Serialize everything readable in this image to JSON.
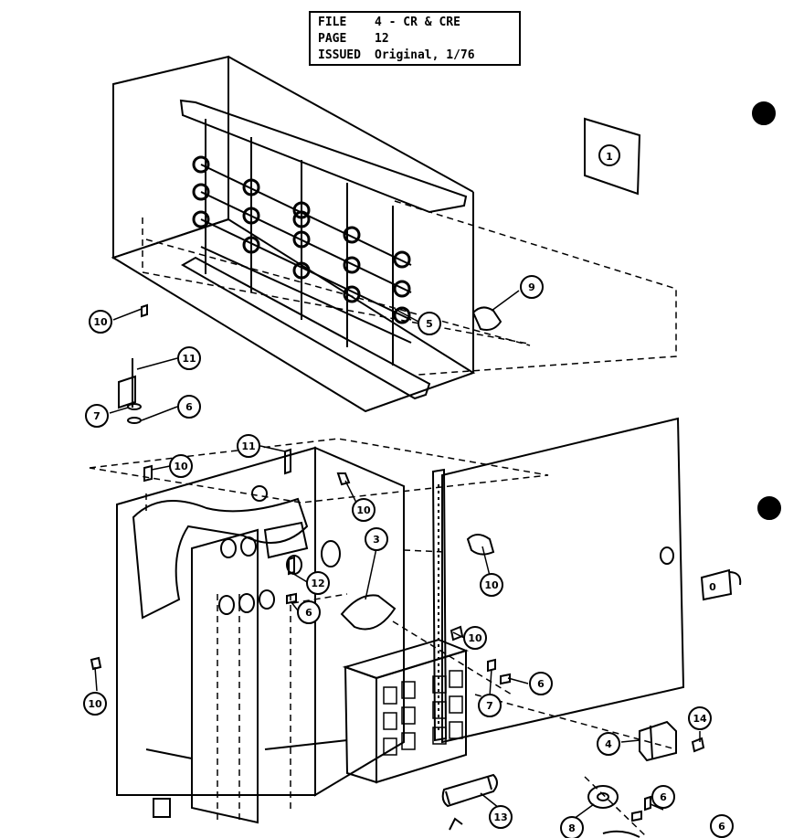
{
  "title_block": {
    "file_label": "FILE",
    "file_value": "4 - CR & CRE",
    "page_label": "PAGE",
    "page_value": "12",
    "issued_label": "ISSUED",
    "issued_value": "Original, 1/76"
  },
  "figure_number": "1",
  "callouts": [
    "10",
    "11",
    "7",
    "6",
    "9",
    "5",
    "11",
    "10",
    "10",
    "3",
    "12",
    "6",
    "10",
    "10",
    "6",
    "7",
    "10",
    "4",
    "14",
    "13",
    "8",
    "6",
    "6"
  ],
  "bracket_label": "0"
}
